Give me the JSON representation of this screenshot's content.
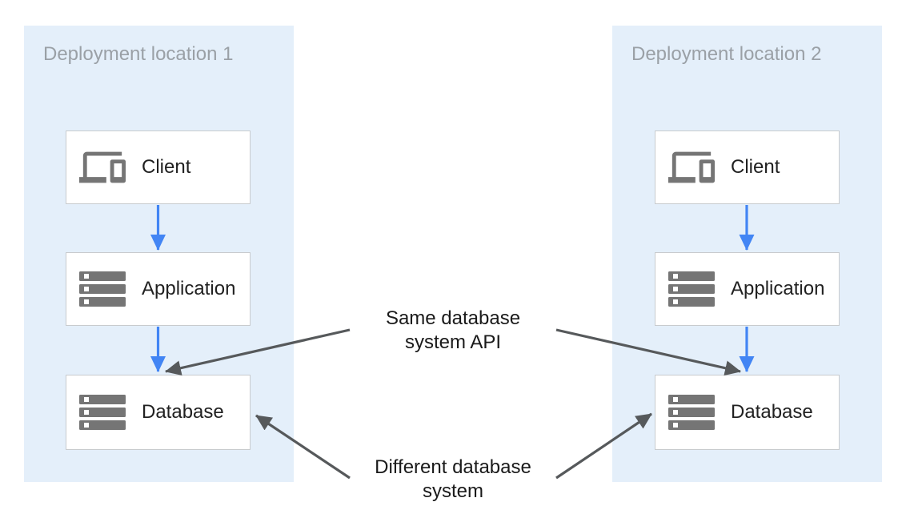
{
  "diagram": {
    "panels": [
      {
        "title": "Deployment location 1",
        "nodes": [
          {
            "label": "Client",
            "icon": "devices-icon"
          },
          {
            "label": "Application",
            "icon": "server-stack-icon"
          },
          {
            "label": "Database",
            "icon": "server-stack-icon"
          }
        ]
      },
      {
        "title": "Deployment location 2",
        "nodes": [
          {
            "label": "Client",
            "icon": "devices-icon"
          },
          {
            "label": "Application",
            "icon": "server-stack-icon"
          },
          {
            "label": "Database",
            "icon": "server-stack-icon"
          }
        ]
      }
    ],
    "annotations": [
      {
        "line1": "Same database",
        "line2": "system API"
      },
      {
        "line1": "Different database",
        "line2": "system"
      }
    ],
    "colors": {
      "panel_bg": "#E4EFFA",
      "flow_arrow_blue": "#4285F4",
      "annotation_arrow_gray": "#56595B",
      "panel_title_text": "#9AA0A6",
      "node_bg": "#FFFFFF",
      "node_border": "#C8CBCE",
      "node_label_text": "#212121",
      "annotation_text": "#1A1A1A",
      "icon_gray": "#757575"
    }
  }
}
